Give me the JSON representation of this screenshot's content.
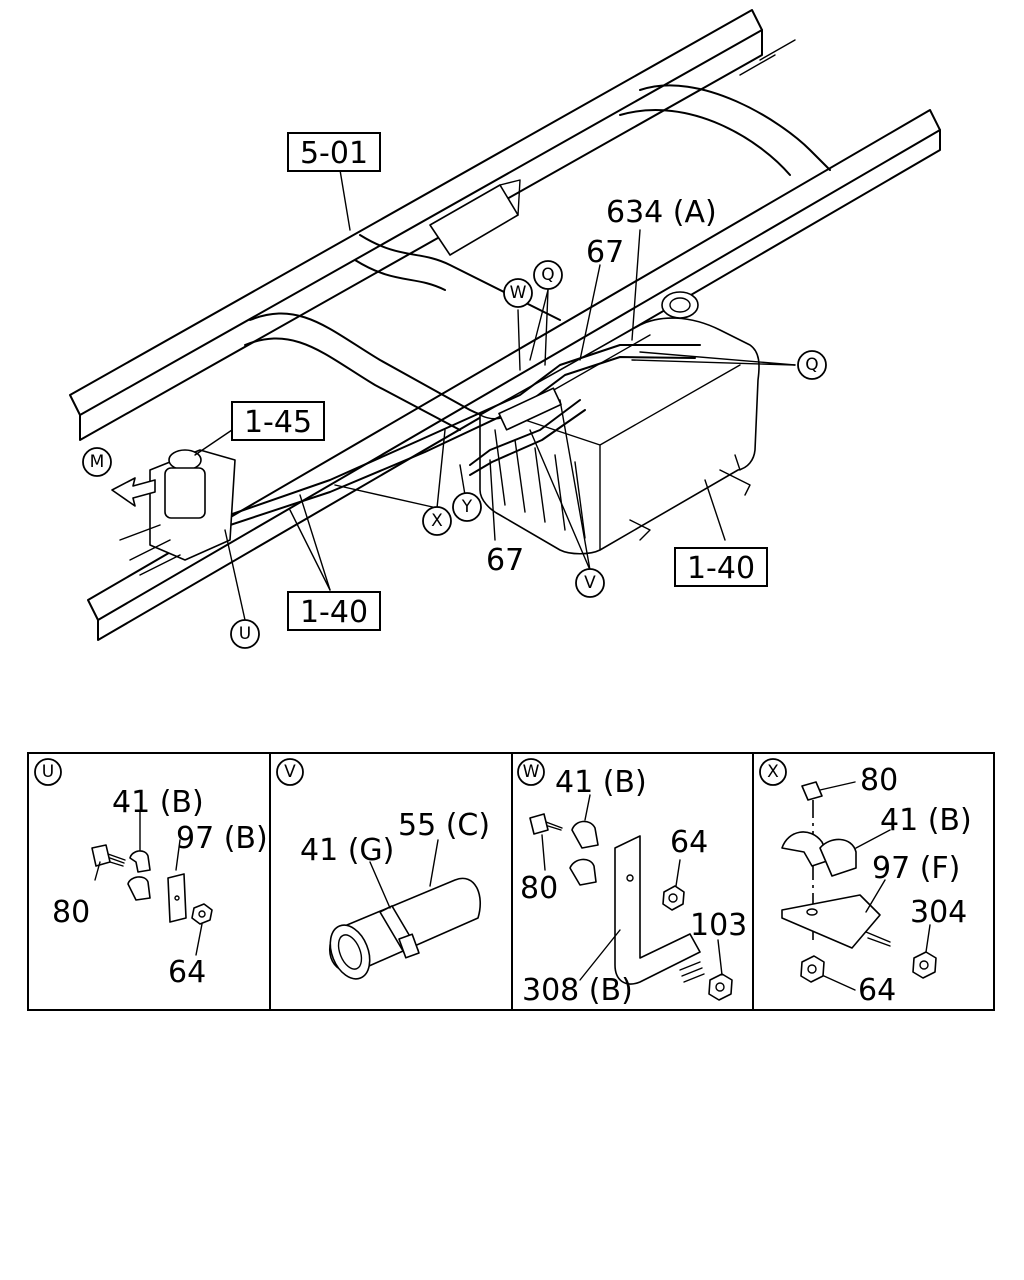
{
  "main_view": {
    "ref_labels": {
      "frame": "5-01",
      "filter": "1-45",
      "pipe_lower": "1-40",
      "tank": "1-40"
    },
    "part_labels": {
      "bracket_top": "634 (A)",
      "hose_top": "67",
      "hose_bottom": "67"
    },
    "callouts": {
      "m": "M",
      "w": "W",
      "q_top": "Q",
      "q_right": "Q",
      "x": "X",
      "y": "Y",
      "v": "V",
      "u": "U"
    }
  },
  "details": [
    {
      "key": "U",
      "labels": {
        "a": "41 (B)",
        "b": "97 (B)",
        "c": "80",
        "d": "64"
      }
    },
    {
      "key": "V",
      "labels": {
        "a": "55 (C)",
        "b": "41 (G)"
      }
    },
    {
      "key": "W",
      "labels": {
        "a": "41 (B)",
        "b": "64",
        "c": "80",
        "d": "103",
        "e": "308 (B)"
      }
    },
    {
      "key": "X",
      "labels": {
        "a": "80",
        "b": "41 (B)",
        "c": "97 (F)",
        "d": "304",
        "e": "64"
      }
    }
  ]
}
